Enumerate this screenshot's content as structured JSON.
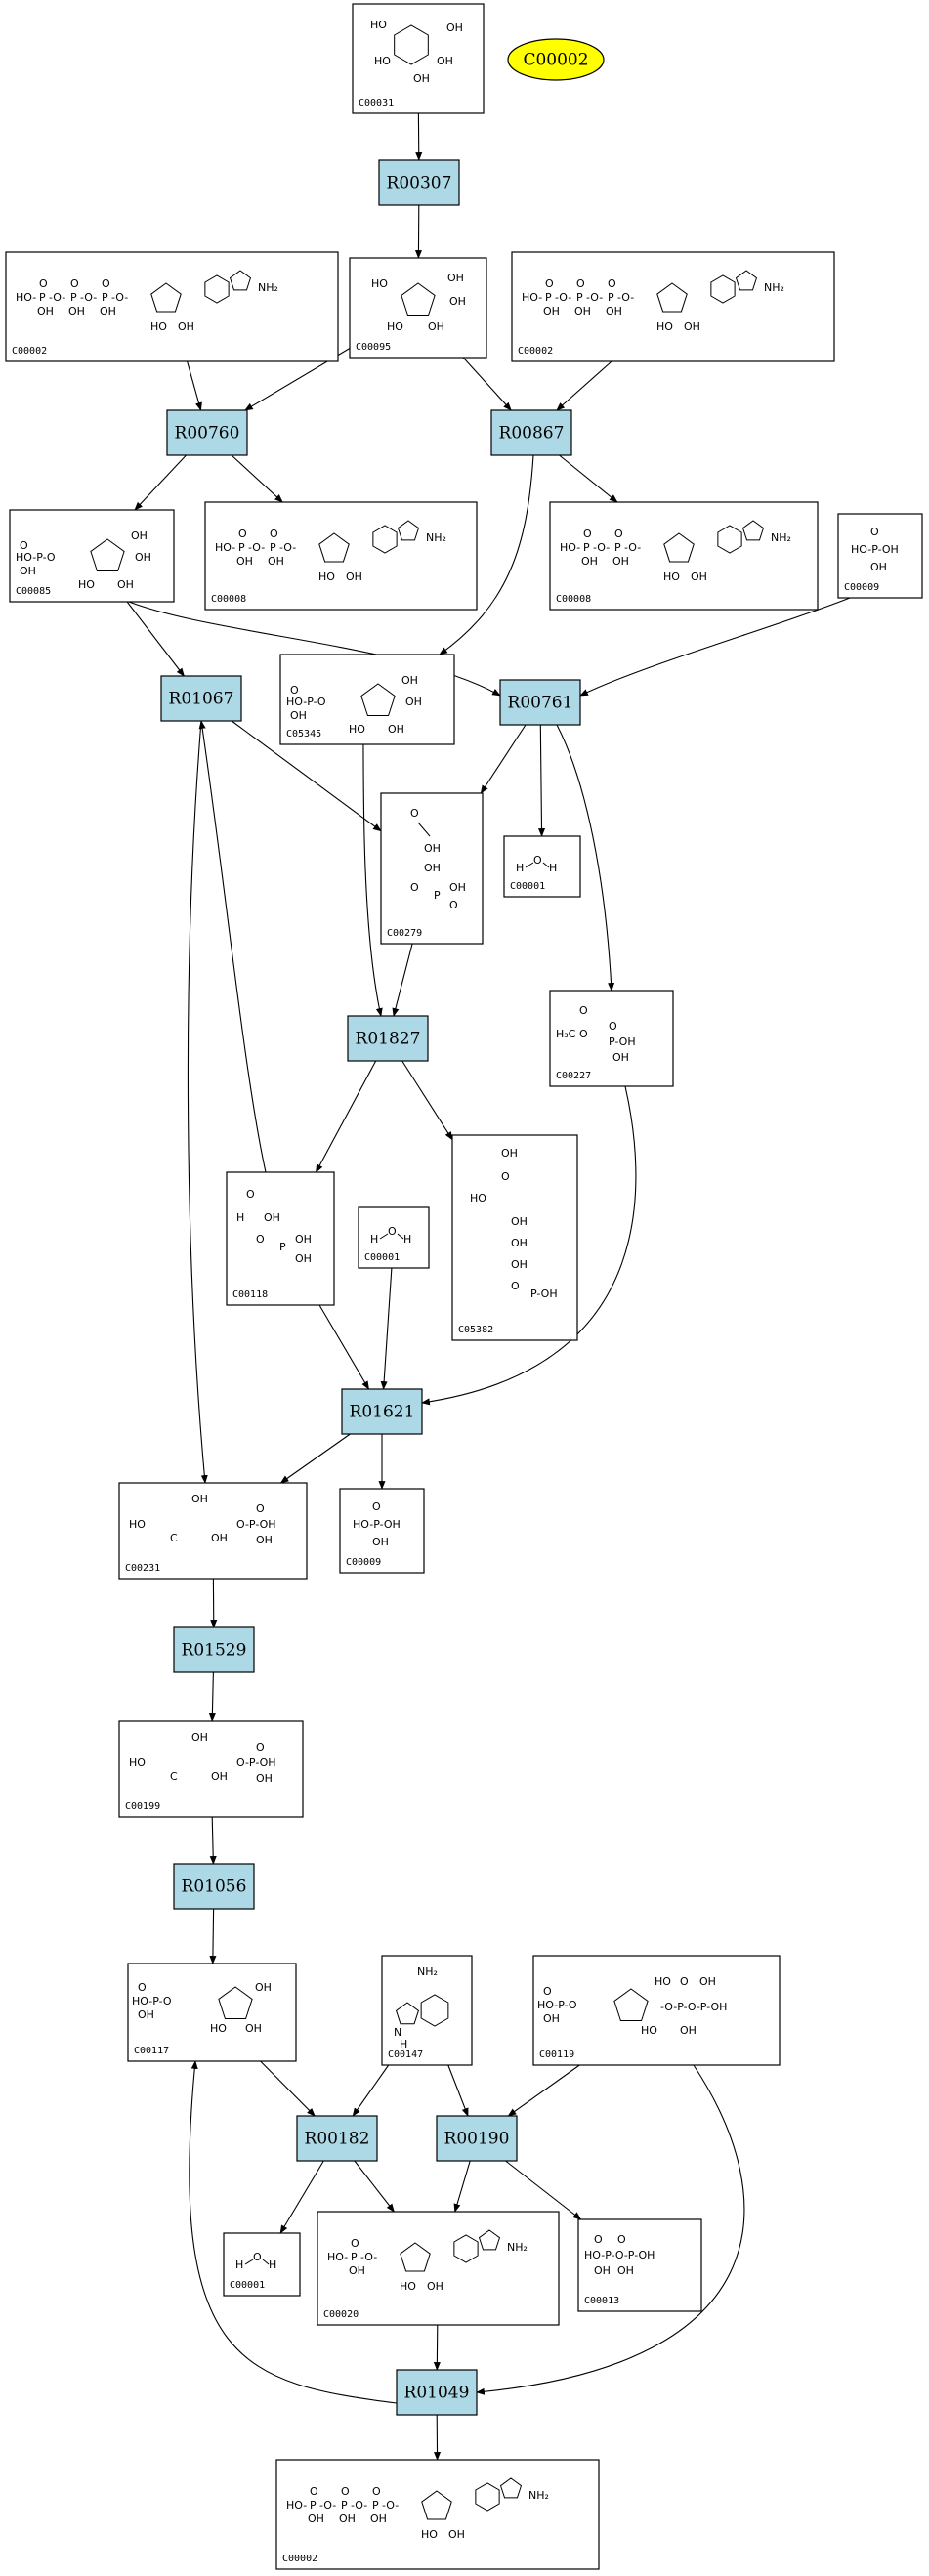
{
  "seed": {
    "label": "C00002"
  },
  "compound_nodes": [
    {
      "id": "c_top",
      "label": "C00031",
      "mol": "glucose"
    },
    {
      "id": "c_atp_l",
      "label": "C00002",
      "mol": "atp"
    },
    {
      "id": "c_fru",
      "label": "C00095",
      "mol": "fructose"
    },
    {
      "id": "c_atp_r",
      "label": "C00002",
      "mol": "atp"
    },
    {
      "id": "c_f6p",
      "label": "C00085",
      "mol": "f6p"
    },
    {
      "id": "c_adp_l",
      "label": "C00008",
      "mol": "adp"
    },
    {
      "id": "c_adp_r",
      "label": "C00008",
      "mol": "adp"
    },
    {
      "id": "c_pi_top",
      "label": "C00009",
      "mol": "pi"
    },
    {
      "id": "c_c05345",
      "label": "C05345",
      "mol": "f6p"
    },
    {
      "id": "c_c00279",
      "label": "C00279",
      "mol": "e4p"
    },
    {
      "id": "c_h2o_a",
      "label": "C00001",
      "mol": "water"
    },
    {
      "id": "c_c00227",
      "label": "C00227",
      "mol": "acetylp"
    },
    {
      "id": "c_c00118",
      "label": "C00118",
      "mol": "g3p"
    },
    {
      "id": "c_h2o_b",
      "label": "C00001",
      "mol": "water"
    },
    {
      "id": "c_c05382",
      "label": "C05382",
      "mol": "s7p"
    },
    {
      "id": "c_c00231",
      "label": "C00231",
      "mol": "x5p"
    },
    {
      "id": "c_pi_mid",
      "label": "C00009",
      "mol": "pi"
    },
    {
      "id": "c_c00199",
      "label": "C00199",
      "mol": "ru5p"
    },
    {
      "id": "c_c00117",
      "label": "C00117",
      "mol": "r5p"
    },
    {
      "id": "c_c00147",
      "label": "C00147",
      "mol": "adenine"
    },
    {
      "id": "c_c00119",
      "label": "C00119",
      "mol": "prpp"
    },
    {
      "id": "c_h2o_c",
      "label": "C00001",
      "mol": "water"
    },
    {
      "id": "c_c00020",
      "label": "C00020",
      "mol": "amp"
    },
    {
      "id": "c_c00013",
      "label": "C00013",
      "mol": "ppi"
    },
    {
      "id": "c_atp_bot",
      "label": "C00002",
      "mol": "atp"
    }
  ],
  "reaction_nodes": [
    {
      "id": "r_r00307",
      "label": "R00307"
    },
    {
      "id": "r_r00760",
      "label": "R00760"
    },
    {
      "id": "r_r00867",
      "label": "R00867"
    },
    {
      "id": "r_r01067",
      "label": "R01067"
    },
    {
      "id": "r_r00761",
      "label": "R00761"
    },
    {
      "id": "r_r01827",
      "label": "R01827"
    },
    {
      "id": "r_r01621",
      "label": "R01621"
    },
    {
      "id": "r_r01529",
      "label": "R01529"
    },
    {
      "id": "r_r01056",
      "label": "R01056"
    },
    {
      "id": "r_r00182",
      "label": "R00182"
    },
    {
      "id": "r_r00190",
      "label": "R00190"
    },
    {
      "id": "r_r01049",
      "label": "R01049"
    }
  ],
  "edges": [
    [
      "c_top",
      "r_r00307"
    ],
    [
      "r_r00307",
      "c_fru"
    ],
    [
      "c_atp_l",
      "r_r00760"
    ],
    [
      "c_fru",
      "r_r00760"
    ],
    [
      "c_fru",
      "r_r00867"
    ],
    [
      "c_atp_r",
      "r_r00867"
    ],
    [
      "r_r00760",
      "c_f6p"
    ],
    [
      "r_r00760",
      "c_adp_l"
    ],
    [
      "r_r00867",
      "c_adp_r"
    ],
    [
      "r_r00867",
      "c_c05345"
    ],
    [
      "c_f6p",
      "r_r01067"
    ],
    [
      "c_f6p",
      "r_r00761"
    ],
    [
      "c_pi_top",
      "r_r00761"
    ],
    [
      "r_r00761",
      "c_c00279"
    ],
    [
      "r_r00761",
      "c_h2o_a"
    ],
    [
      "r_r00761",
      "c_c00227"
    ],
    [
      "r_r01067",
      "c_c00279"
    ],
    [
      "c_c05345",
      "r_r01827"
    ],
    [
      "c_c00279",
      "r_r01827"
    ],
    [
      "r_r01827",
      "c_c00118"
    ],
    [
      "r_r01827",
      "c_c05382"
    ],
    [
      "c_c00118",
      "r_r01067"
    ],
    [
      "c_c00118",
      "r_r01621"
    ],
    [
      "c_h2o_b",
      "r_r01621"
    ],
    [
      "c_c00227",
      "r_r01621"
    ],
    [
      "r_r01621",
      "c_c00231"
    ],
    [
      "r_r01621",
      "c_pi_mid"
    ],
    [
      "r_r01067",
      "c_c00231"
    ],
    [
      "c_c00231",
      "r_r01529"
    ],
    [
      "r_r01529",
      "c_c00199"
    ],
    [
      "c_c00199",
      "r_r01056"
    ],
    [
      "r_r01056",
      "c_c00117"
    ],
    [
      "c_c00117",
      "r_r00182"
    ],
    [
      "c_c00147",
      "r_r00182"
    ],
    [
      "c_c00147",
      "r_r00190"
    ],
    [
      "c_c00119",
      "r_r00190"
    ],
    [
      "r_r00182",
      "c_h2o_c"
    ],
    [
      "r_r00182",
      "c_c00020"
    ],
    [
      "r_r00190",
      "c_c00020"
    ],
    [
      "r_r00190",
      "c_c00013"
    ],
    [
      "c_c00020",
      "r_r01049"
    ],
    [
      "c_c00119",
      "r_r01049"
    ],
    [
      "r_r01049",
      "c_c00117"
    ],
    [
      "r_r01049",
      "c_atp_bot"
    ]
  ]
}
